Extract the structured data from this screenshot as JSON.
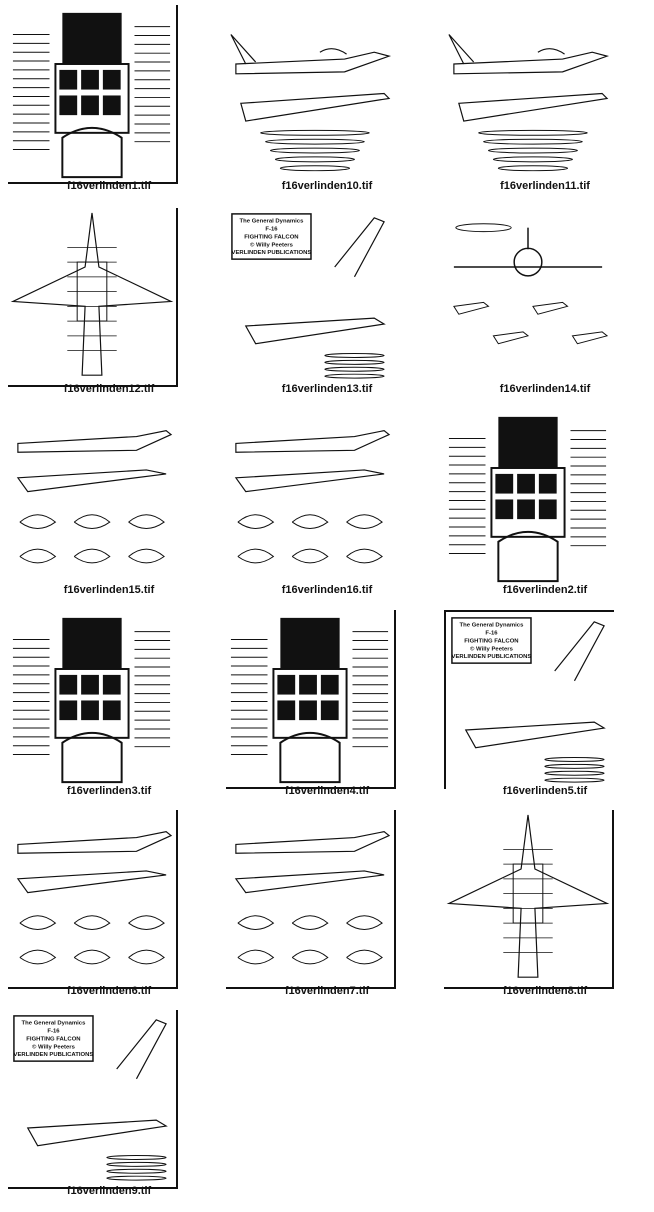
{
  "files": [
    {
      "name": "f16verlinden1.tif",
      "kind": "cockpit"
    },
    {
      "name": "f16verlinden10.tif",
      "kind": "side"
    },
    {
      "name": "f16verlinden11.tif",
      "kind": "side"
    },
    {
      "name": "f16verlinden12.tif",
      "kind": "planform"
    },
    {
      "name": "f16verlinden13.tif",
      "kind": "title"
    },
    {
      "name": "f16verlinden14.tif",
      "kind": "front"
    },
    {
      "name": "f16verlinden15.tif",
      "kind": "sections"
    },
    {
      "name": "f16verlinden16.tif",
      "kind": "sections"
    },
    {
      "name": "f16verlinden2.tif",
      "kind": "cockpit"
    },
    {
      "name": "f16verlinden3.tif",
      "kind": "cockpit"
    },
    {
      "name": "f16verlinden4.tif",
      "kind": "cockpit"
    },
    {
      "name": "f16verlinden5.tif",
      "kind": "title"
    },
    {
      "name": "f16verlinden6.tif",
      "kind": "sections"
    },
    {
      "name": "f16verlinden7.tif",
      "kind": "sections"
    },
    {
      "name": "f16verlinden8.tif",
      "kind": "planform"
    },
    {
      "name": "f16verlinden9.tif",
      "kind": "title"
    }
  ],
  "title_block": {
    "line1": "The General Dynamics",
    "line2": "F-16",
    "line3": "FIGHTING FALCON",
    "line4": "© Willy Peeters",
    "line5": "VERLINDEN PUBLICATIONS"
  },
  "colors": {
    "ink": "#111111",
    "paper": "#ffffff"
  }
}
